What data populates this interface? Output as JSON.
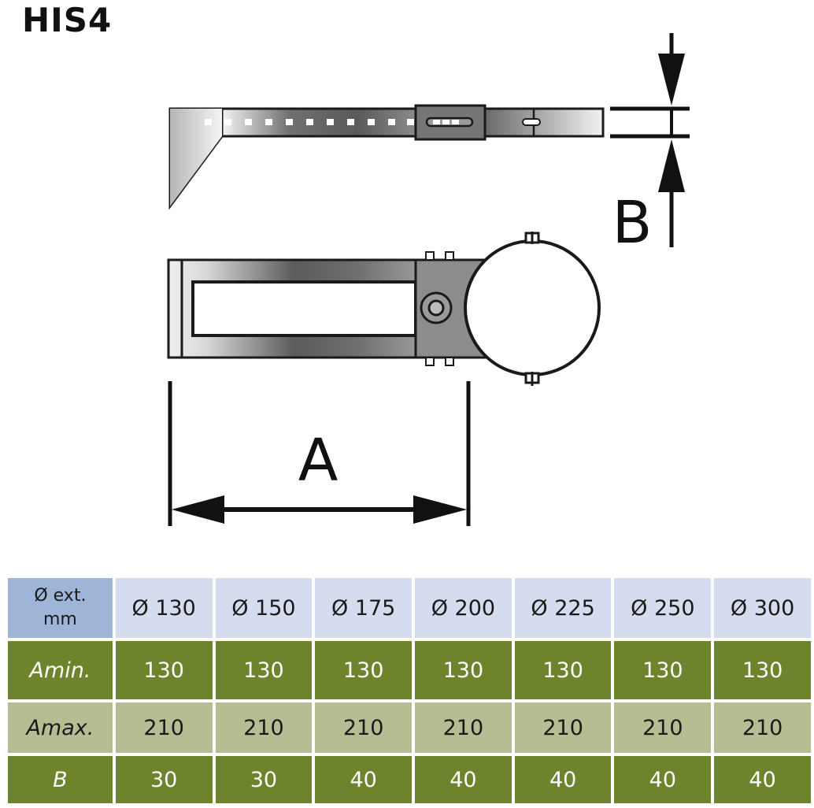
{
  "title": "HIS4",
  "dimension_labels": {
    "a": "A",
    "b": "B"
  },
  "table": {
    "corner_header": [
      "Ø ext.",
      "mm"
    ],
    "diameters": [
      "Ø 130",
      "Ø 150",
      "Ø 175",
      "Ø 200",
      "Ø 225",
      "Ø 250",
      "Ø 300"
    ],
    "rows": [
      {
        "label": "Amin.",
        "values": [
          "130",
          "130",
          "130",
          "130",
          "130",
          "130",
          "130"
        ]
      },
      {
        "label": "Amax.",
        "values": [
          "210",
          "210",
          "210",
          "210",
          "210",
          "210",
          "210"
        ]
      },
      {
        "label": "B",
        "values": [
          "30",
          "30",
          "40",
          "40",
          "40",
          "40",
          "40"
        ]
      }
    ]
  },
  "colors": {
    "header_corner": "#9fb5d8",
    "header_cells": "#d6dcef",
    "row_dark": "#6d842c",
    "row_light": "#b7bd92"
  }
}
